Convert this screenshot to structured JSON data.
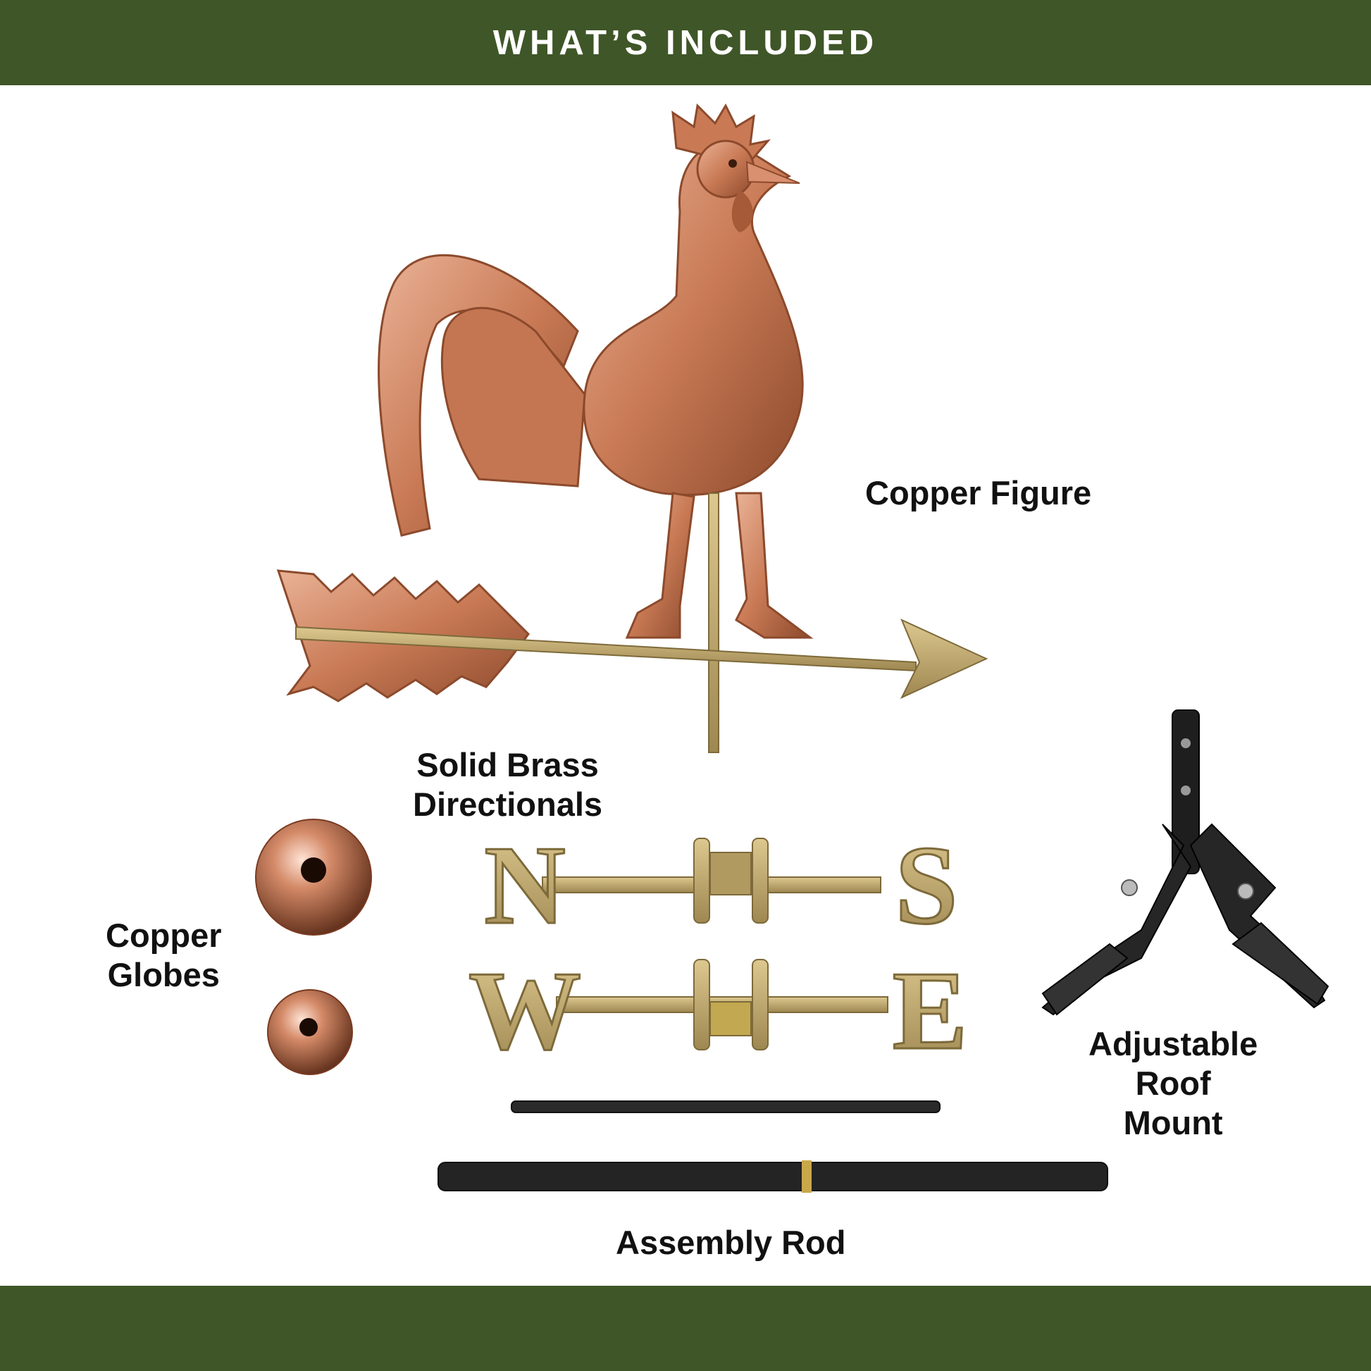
{
  "header": {
    "title": "WHAT’S INCLUDED"
  },
  "labels": {
    "copper_figure": "Copper Figure",
    "brass_directionals": [
      "Solid Brass",
      "Directionals"
    ],
    "copper_globes": [
      "Copper",
      "Globes"
    ],
    "roof_mount": [
      "Adjustable",
      "Roof",
      "Mount"
    ],
    "assembly_rod": "Assembly Rod"
  },
  "directionals": {
    "n": "N",
    "s": "S",
    "w": "W",
    "e": "E"
  },
  "colors": {
    "banner": "#3f5628",
    "copper": "#c97a55",
    "copper_dark": "#8c4a2c",
    "brass": "#c9b27a",
    "brass_dark": "#8f7a44",
    "black": "#1e1e1e"
  }
}
